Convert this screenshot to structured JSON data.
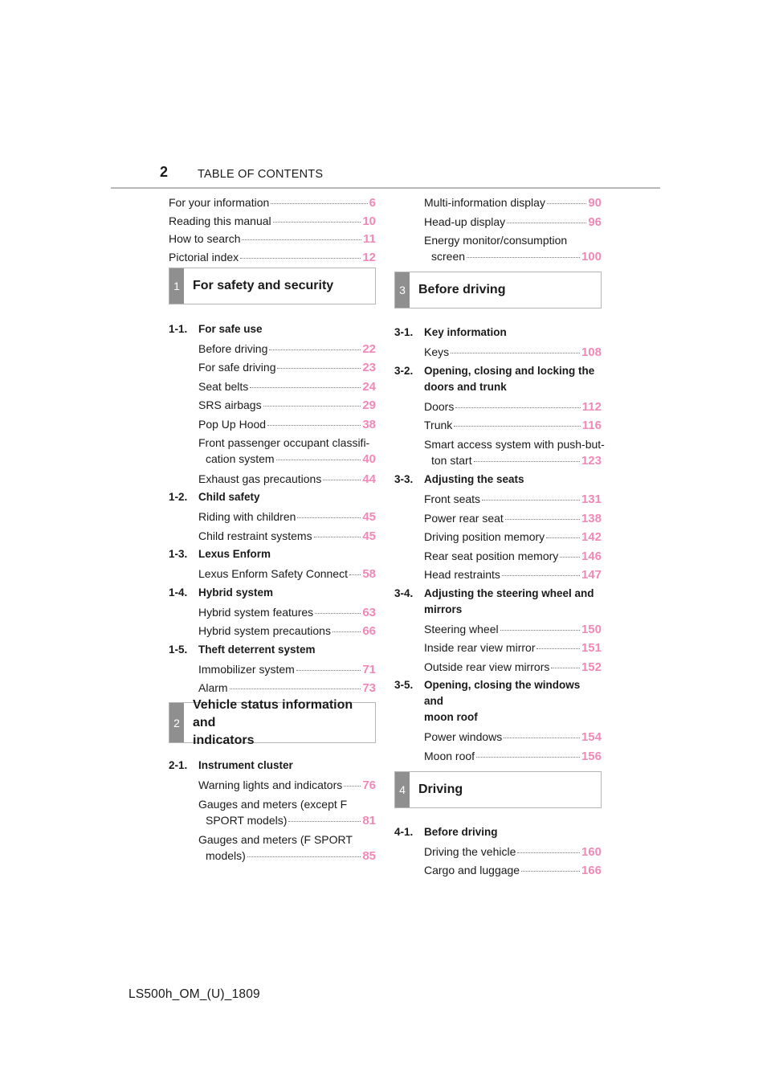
{
  "header": {
    "page_number": "2",
    "title": "TABLE OF CONTENTS"
  },
  "footer": {
    "code": "LS500h_OM_(U)_1809"
  },
  "colors": {
    "page_ref": "#f188b8",
    "chapter_tab": "#8f8f8f"
  },
  "intro": [
    {
      "title": "For your information",
      "page": "6"
    },
    {
      "title": "Reading this manual",
      "page": "10"
    },
    {
      "title": "How to search",
      "page": "11"
    },
    {
      "title": "Pictorial index",
      "page": "12"
    }
  ],
  "chapter1": {
    "number": "1",
    "title": "For safety and security",
    "s1": {
      "number": "1-1.",
      "title": "For safe use",
      "e1": {
        "title": "Before driving",
        "page": "22"
      },
      "e2": {
        "title": "For safe driving",
        "page": "23"
      },
      "e3": {
        "title": "Seat belts",
        "page": "24"
      },
      "e4": {
        "title": "SRS airbags",
        "page": "29"
      },
      "e5": {
        "title": "Pop Up Hood",
        "page": "38"
      },
      "e6": {
        "line1": "Front passenger occupant classifi-",
        "line2": "cation system",
        "page": "40"
      },
      "e7": {
        "title": "Exhaust gas precautions",
        "page": "44"
      }
    },
    "s2": {
      "number": "1-2.",
      "title": "Child safety",
      "e1": {
        "title": "Riding with children",
        "page": "45"
      },
      "e2": {
        "title": "Child restraint systems",
        "page": "45"
      }
    },
    "s3": {
      "number": "1-3.",
      "title": "Lexus Enform",
      "e1": {
        "title": "Lexus Enform Safety Connect",
        "page": "58"
      }
    },
    "s4": {
      "number": "1-4.",
      "title": "Hybrid system",
      "e1": {
        "title": "Hybrid system features",
        "page": "63"
      },
      "e2": {
        "title": "Hybrid system precautions",
        "page": "66"
      }
    },
    "s5": {
      "number": "1-5.",
      "title": "Theft deterrent system",
      "e1": {
        "title": "Immobilizer system",
        "page": "71"
      },
      "e2": {
        "title": "Alarm",
        "page": "73"
      }
    }
  },
  "chapter2": {
    "number": "2",
    "title_line1": "Vehicle status information and",
    "title_line2": "indicators",
    "s1": {
      "number": "2-1.",
      "title": "Instrument cluster",
      "e1": {
        "title": "Warning lights and indicators",
        "page": "76"
      },
      "e2": {
        "line1": "Gauges and meters (except F",
        "line2": "SPORT models)",
        "page": "81"
      },
      "e3": {
        "line1": "Gauges and meters (F SPORT",
        "line2": "models)",
        "page": "85"
      },
      "e4": {
        "title": "Multi-information display",
        "page": "90"
      },
      "e5": {
        "title": "Head-up display",
        "page": "96"
      },
      "e6": {
        "line1": "Energy monitor/consumption",
        "line2": "screen",
        "page": "100"
      }
    }
  },
  "chapter3": {
    "number": "3",
    "title": "Before driving",
    "s1": {
      "number": "3-1.",
      "title": "Key information",
      "e1": {
        "title": "Keys",
        "page": "108"
      }
    },
    "s2": {
      "number": "3-2.",
      "title_line1": "Opening, closing and locking the",
      "title_line2": "doors and trunk",
      "e1": {
        "title": "Doors",
        "page": "112"
      },
      "e2": {
        "title": "Trunk",
        "page": "116"
      },
      "e3": {
        "line1": "Smart access system with push-but-",
        "line2": "ton start",
        "page": "123"
      }
    },
    "s3": {
      "number": "3-3.",
      "title": "Adjusting the seats",
      "e1": {
        "title": "Front seats",
        "page": "131"
      },
      "e2": {
        "title": "Power rear seat",
        "page": "138"
      },
      "e3": {
        "title": "Driving position memory",
        "page": "142"
      },
      "e4": {
        "title": "Rear seat position memory",
        "page": "146"
      },
      "e5": {
        "title": "Head restraints",
        "page": "147"
      }
    },
    "s4": {
      "number": "3-4.",
      "title_line1": "Adjusting the steering wheel and",
      "title_line2": "mirrors",
      "e1": {
        "title": "Steering wheel",
        "page": "150"
      },
      "e2": {
        "title": "Inside rear view mirror",
        "page": "151"
      },
      "e3": {
        "title": "Outside rear view mirrors",
        "page": "152"
      }
    },
    "s5": {
      "number": "3-5.",
      "title_line1": "Opening, closing the windows and",
      "title_line2": "moon roof",
      "e1": {
        "title": "Power windows",
        "page": "154"
      },
      "e2": {
        "title": "Moon roof",
        "page": "156"
      }
    }
  },
  "chapter4": {
    "number": "4",
    "title": "Driving",
    "s1": {
      "number": "4-1.",
      "title": "Before driving",
      "e1": {
        "title": "Driving the vehicle",
        "page": "160"
      },
      "e2": {
        "title": "Cargo and luggage",
        "page": "166"
      }
    }
  }
}
